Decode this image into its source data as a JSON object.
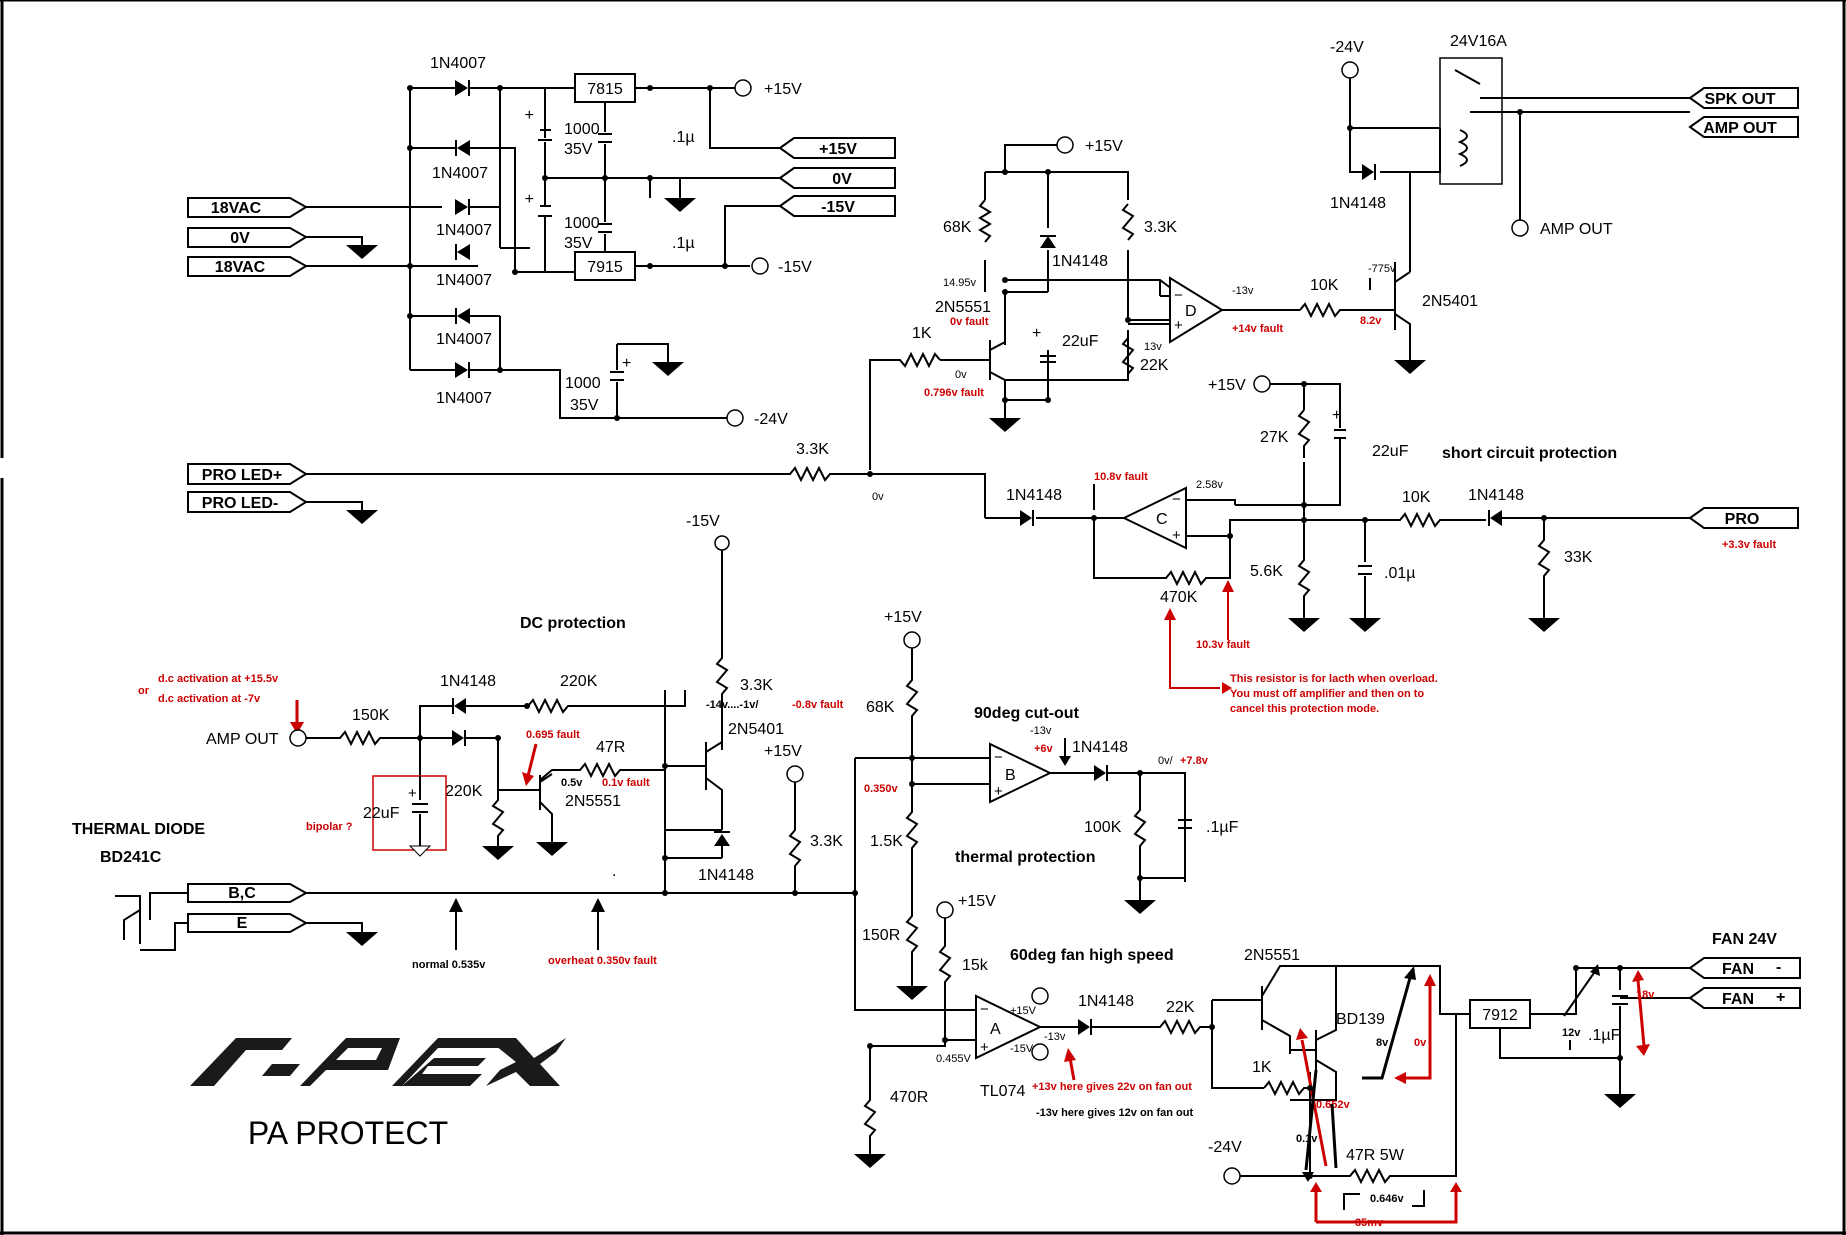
{
  "title": {
    "brand": "APEX",
    "subtitle": "PA PROTECT"
  },
  "connectors": {
    "vac1": "18VAC",
    "zero_in": "0V",
    "vac2": "18VAC",
    "p15": "+15V",
    "zero_out": "0V",
    "m15": "-15V",
    "pro_led_p": "PRO LED+",
    "pro_led_m": "PRO LED-",
    "pro": "PRO",
    "spk_out": "SPK OUT",
    "amp_out": "AMP OUT",
    "bc": "B,C",
    "e": "E",
    "fan_m": "FAN",
    "fan_p": "FAN",
    "fan_m_sign": "-",
    "fan_p_sign": "+"
  },
  "power_supply": {
    "d1": "1N4007",
    "d2": "1N4007",
    "d3": "1N4007",
    "d4": "1N4007",
    "d5": "1N4007",
    "d6": "1N4007",
    "reg_pos": "7815",
    "reg_neg": "7915",
    "c1a": "1000",
    "c1b": "35V",
    "c2a": "1000",
    "c2b": "35V",
    "c3a": "1000",
    "c3b": "35V",
    "cu1": ".1µ",
    "cu2": ".1µ",
    "rail_p15": "+15V",
    "rail_m15": "-15V",
    "rail_m24": "-24V"
  },
  "relay_section": {
    "m24": "-24V",
    "relay": "24V16A",
    "diode": "1N4148",
    "amp_out_node": "AMP OUT",
    "transistor": "2N5401",
    "r10k": "10K",
    "v_775": "-775v",
    "v_8_2": "8.2v"
  },
  "comparator_d": {
    "p15": "+15V",
    "r68k": "68K",
    "r33k": "3.3K",
    "diode": "1N4148",
    "v1495": "14.95v",
    "q": "2N5551",
    "q_fault": "0v fault",
    "c22": "22uF",
    "v13": "13v",
    "r22k": "22K",
    "r1k": "1K",
    "v0": "0v",
    "v0796": "0.796v fault",
    "label": "D",
    "out_v": "-13v",
    "out_fault": "+14v fault"
  },
  "pro_led": {
    "r33k": "3.3K",
    "v0": "0v"
  },
  "short_circuit": {
    "title": "short circuit protection",
    "p15": "+15V",
    "r27k": "27K",
    "c22": "22uF",
    "d1": "1N4148",
    "d2": "1N4148",
    "fault_108": "10.8v fault",
    "v258": "2.58v",
    "label": "C",
    "r10k": "10K",
    "r56k": "5.6K",
    "c01": ".01µ",
    "r33k": "33K",
    "r470k": "470K",
    "fault_103": "10.3v fault",
    "pro_fault": "+3.3v fault",
    "note1": "This resistor is for lacth when overload.",
    "note2": "You must off amplifier and then on to",
    "note3": "cancel  this protection mode."
  },
  "dc_protection": {
    "title": "DC protection",
    "m15": "-15V",
    "d1": "1N4148",
    "r220k": "220K",
    "r33k": "3.3K",
    "q1": "2N5401",
    "act1": "d.c activation at +15.5v",
    "or": "or",
    "act2": "d.c activation at -7v",
    "v14": "-14v....-1v/",
    "v08": "-0.8v fault",
    "amp_out": "AMP OUT",
    "r150k": "150K",
    "f0695": "0.695 fault",
    "r47": "47R",
    "v05": "0.5v",
    "f01": "0.1v fault",
    "q2": "2N5551",
    "r220k2": "220K",
    "c22": "22uF",
    "plus": "+",
    "bipolar": "bipolar  ?",
    "d2": "1N4148",
    "p15": "+15V",
    "r33k2": "3.3K"
  },
  "thermal": {
    "title_diode": "THERMAL DIODE",
    "part": "BD241C",
    "normal": "normal 0.535v",
    "overheat": "overheat 0.350v  fault",
    "p15": "+15V",
    "r68k": "68K",
    "cutout": "90deg cut-out",
    "v13": "-13v",
    "v6": "+6v",
    "diode": "1N4148",
    "v0": "0v/",
    "v78": "+7.8v",
    "v0350": "0.350v",
    "label": "B",
    "r15k": "1.5K",
    "r100k": "100K",
    "c01": ".1µF",
    "tp": "thermal protection",
    "r150": "150R"
  },
  "fan": {
    "p15": "+15V",
    "r15k": "15k",
    "title": "60deg fan high speed",
    "label": "A",
    "op_p": "+15V",
    "op_m": "-15V",
    "diode": "1N4148",
    "out": "-13v",
    "r22k": "22K",
    "v0455": "0.455V",
    "r470": "470R",
    "tl074": "TL074",
    "note1": "+13v here gives 22v on fan out",
    "note2": "-13v here gives 12v on fan out",
    "q1": "2N5551",
    "q2": "BD139",
    "r1k": "1K",
    "v0652": "0.652v",
    "v8": "8v",
    "v0r": "0v",
    "v01": "0.1v",
    "m24": "-24V",
    "r47": "47R 5W",
    "v0646": "0.646v",
    "v35": "35mv",
    "reg": "7912",
    "v12": "12v",
    "c01": ".1µF",
    "v18": "18v",
    "fan24": "FAN 24V"
  }
}
